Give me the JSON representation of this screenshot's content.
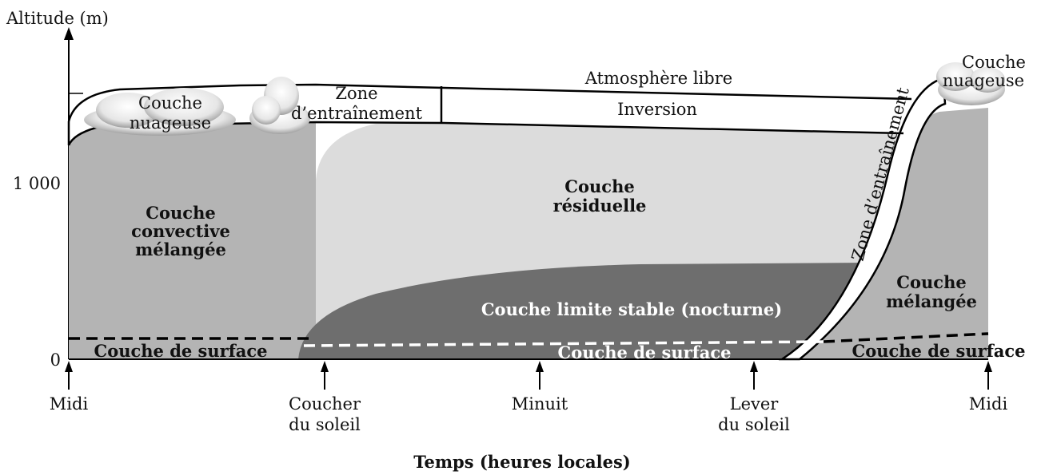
{
  "axes": {
    "y_label": "Altitude (m)",
    "y_ticks": [
      "1 000",
      "0"
    ],
    "x_title": "Temps (heures locales)",
    "x_ticks": [
      {
        "line1": "Midi",
        "line2": ""
      },
      {
        "line1": "Coucher",
        "line2": "du soleil"
      },
      {
        "line1": "Minuit",
        "line2": ""
      },
      {
        "line1": "Lever",
        "line2": "du soleil"
      },
      {
        "line1": "Midi",
        "line2": ""
      }
    ]
  },
  "labels": {
    "cloud_left": [
      "Couche",
      "nuageuse"
    ],
    "entrainment_left": [
      "Zone",
      "d’entraînement"
    ],
    "free_atmosphere": "Atmosphère libre",
    "inversion": "Inversion",
    "cloud_right": [
      "Couche",
      "nuageuse"
    ],
    "entrainment_right": "Zone d’entraînement",
    "convective": [
      "Couche",
      "convective",
      "mélangée"
    ],
    "residual": [
      "Couche",
      "résiduelle"
    ],
    "stable": "Couche limite stable (nocturne)",
    "mixed": [
      "Couche",
      "mélangée"
    ],
    "surface_left": "Couche de surface",
    "surface_mid": "Couche de surface",
    "surface_right": "Couche de surface"
  },
  "colors": {
    "convective": "#b4b4b4",
    "residual": "#dcdcdc",
    "stable": "#6e6e6e",
    "outline": "#000000"
  }
}
